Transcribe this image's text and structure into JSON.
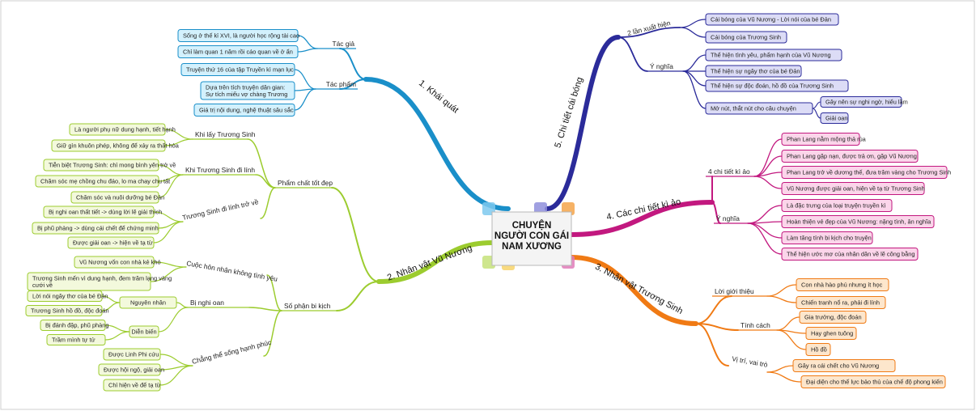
{
  "colors": {
    "blue": "#1a8fc9",
    "green": "#9ccc2f",
    "orange": "#f07a14",
    "magenta": "#c2187f",
    "navy": "#2b2b9a",
    "blue_fill": "#d3f1fd",
    "green_fill": "#f3f9dc",
    "orange_fill": "#fde6cc",
    "magenta_fill": "#fbd5ea",
    "navy_fill": "#dcdcf6"
  },
  "center": {
    "lines": [
      "CHUYỆN",
      "NGƯỜI CON GÁI",
      "NAM XƯƠNG"
    ]
  },
  "branches": {
    "b1": {
      "label": "1. Khái quát",
      "tac_gia": {
        "label": "Tác giả",
        "items": [
          "Sống ở thế kỉ XVI, là người học rộng tài cao",
          "Chỉ làm quan 1 năm rồi cáo quan về ở ẩn"
        ]
      },
      "tac_pham": {
        "label": "Tác phẩm",
        "items": [
          "Truyện thứ 16 của tập Truyền kì mạn lục",
          "Dựa trên tích truyện dân gian:",
          "Sự tích miếu vợ chàng Trương",
          "Giá trị nội dung, nghệ thuật sâu sắc"
        ]
      }
    },
    "b2": {
      "label": "2. Nhân vật Vũ Nương",
      "pham_chat": {
        "label": "Phẩm chất tốt đẹp",
        "khi_lay": {
          "label": "Khi lấy Trương Sinh",
          "items": [
            "Là người phụ nữ dung hạnh, tiết hạnh",
            "Giữ gìn khuôn phép, không để xảy ra thất hòa"
          ]
        },
        "khi_di": {
          "label": "Khi Trương Sinh đi lính",
          "items": [
            "Tiễn biệt Trương Sinh: chỉ mong bình yên trở về",
            "Chăm sóc mẹ chồng chu đáo, lo ma chay chu tất",
            "Chăm sóc và nuôi dưỡng bé Đản"
          ]
        },
        "tro_ve": {
          "label": "Trương Sinh đi lính trở về",
          "items": [
            "Bị nghi oan thất tiết -> dùng lời lẽ giải thích",
            "Bị phũ phàng -> dùng cái chết để chứng minh",
            "Được giải oan -> hiện về tạ từ"
          ]
        }
      },
      "so_phan": {
        "label": "Số phận bi kịch",
        "cuoc_hon_nhan": {
          "label": "Cuộc hôn nhân không tình yêu",
          "items": [
            "Vũ Nương vốn con nhà kẻ khó",
            "Trương Sinh mến vì dung hạnh, đem trăm lạng vàng",
            "cưới về"
          ]
        },
        "bi_nghi_oan": {
          "label": "Bị nghi oan",
          "nguyen_nhan": {
            "label": "Nguyên nhân",
            "items": [
              "Lời nói ngây thơ của bé Đản",
              "Trương Sinh hồ đồ, độc đoán"
            ]
          },
          "dien_bien": {
            "label": "Diễn biến",
            "items": [
              "Bị đánh đập, phũ phàng",
              "Trầm mình tự tử"
            ]
          }
        },
        "chang_the": {
          "label": "Chẳng thể sống hạnh phúc",
          "items": [
            "Được Linh Phi cứu",
            "Được hội ngộ, giải oan",
            "Chỉ hiện về để tạ từ"
          ]
        }
      }
    },
    "b3": {
      "label": "3. Nhân vật Trương Sinh",
      "loi_gioi_thieu": {
        "label": "Lời giới thiệu",
        "items": [
          "Con nhà hào phú nhưng ít học",
          "Chiến tranh nổ ra, phải đi lính"
        ]
      },
      "tinh_cach": {
        "label": "Tính cách",
        "items": [
          "Gia trưởng, độc đoán",
          "Hay ghen tuông",
          "Hồ đồ"
        ]
      },
      "vi_tri": {
        "label": "Vị trí, vai trò",
        "items": [
          "Gây ra cái chết cho Vũ Nương",
          "Đại diện cho thế lực bảo thủ của chế độ phong kiến"
        ]
      }
    },
    "b4": {
      "label": "4. Các chi tiết kì ảo",
      "bon_chi_tiet": {
        "label": "4 chi tiết kì ảo",
        "items": [
          "Phan Lang nằm mộng thả rùa",
          "Phan Lang gặp nạn, được trả ơn, gặp Vũ Nương",
          "Phan Lang trở về dương thế, đưa trâm vàng cho Trương Sinh",
          "Vũ Nương được giải oan, hiện về tạ từ Trương Sinh"
        ]
      },
      "y_nghia": {
        "label": "Ý nghĩa",
        "items": [
          "Là đặc trưng của loại truyện truyền kì",
          "Hoàn thiện vẻ đẹp của Vũ Nương: nặng tình, ân nghĩa",
          "Làm tăng tính bi kịch cho truyện",
          "Thể hiện ước mơ của nhân dân về lẽ công bằng"
        ]
      }
    },
    "b5": {
      "label": "5. Chi tiết cái bóng",
      "hai_lan": {
        "label": "2 lần xuất hiện",
        "items": [
          "Cái bóng của Vũ Nương - Lời nói của bé Đản",
          "Cái bóng của Trương Sinh"
        ]
      },
      "y_nghia": {
        "label": "Ý nghĩa",
        "items": [
          "Thể hiện tình yêu, phẩm hạnh của Vũ Nương",
          "Thể hiện sự ngây thơ của bé Đản",
          "Thể hiện sự độc đoán, hồ đồ của Trương Sinh",
          "Mở nút, thắt nút cho câu chuyện"
        ],
        "sub": [
          "Gây nên sự nghi ngờ, hiểu lầm",
          "Giải oan"
        ]
      }
    }
  }
}
